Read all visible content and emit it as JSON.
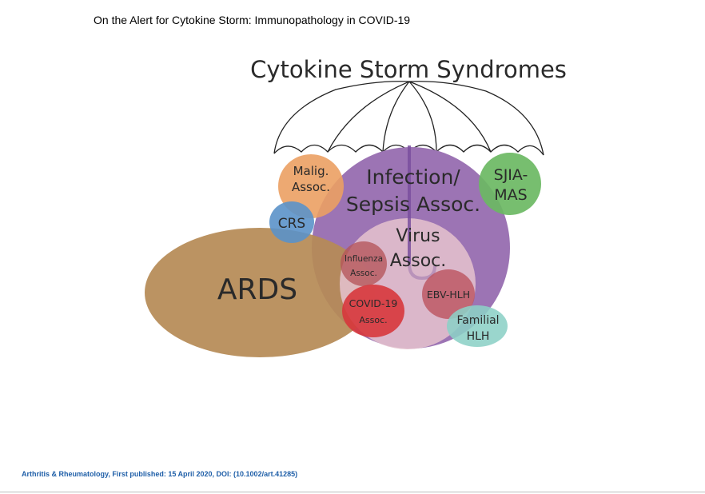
{
  "header": {
    "title": "On the Alert for Cytokine Storm: Immunopathology in COVID-19"
  },
  "diagram": {
    "heading": "Cytokine Storm Syndromes",
    "nodes": {
      "ards": "ARDS",
      "infection_line1": "Infection/",
      "infection_line2": "Sepsis Assoc.",
      "virus_line1": "Virus",
      "virus_line2": "Assoc.",
      "malig_line1": "Malig.",
      "malig_line2": "Assoc.",
      "crs": "CRS",
      "sjia_line1": "SJIA-",
      "sjia_line2": "MAS",
      "influenza_line1": "Influenza",
      "influenza_line2": "Assoc.",
      "covid_line1": "COVID-19",
      "covid_line2": "Assoc.",
      "ebv": "EBV-HLH",
      "familial_line1": "Familial",
      "familial_line2": "HLH"
    },
    "colors": {
      "ards": "#b68b56",
      "infection": "#9c74b4",
      "virus": "#e4c0cd",
      "malig": "#eba063",
      "crs": "#5b92c9",
      "sjia": "#6bb863",
      "influenza": "#b5555a",
      "covid": "#d7373c",
      "ebv": "#bc5560",
      "familial": "#8cd0c6",
      "umbrella_stroke": "#222222",
      "handle": "#7a4f9e"
    }
  },
  "footer": {
    "citation": "Arthritis & Rheumatology, First published: 15 April 2020, DOI: (10.1002/art.41285)"
  }
}
